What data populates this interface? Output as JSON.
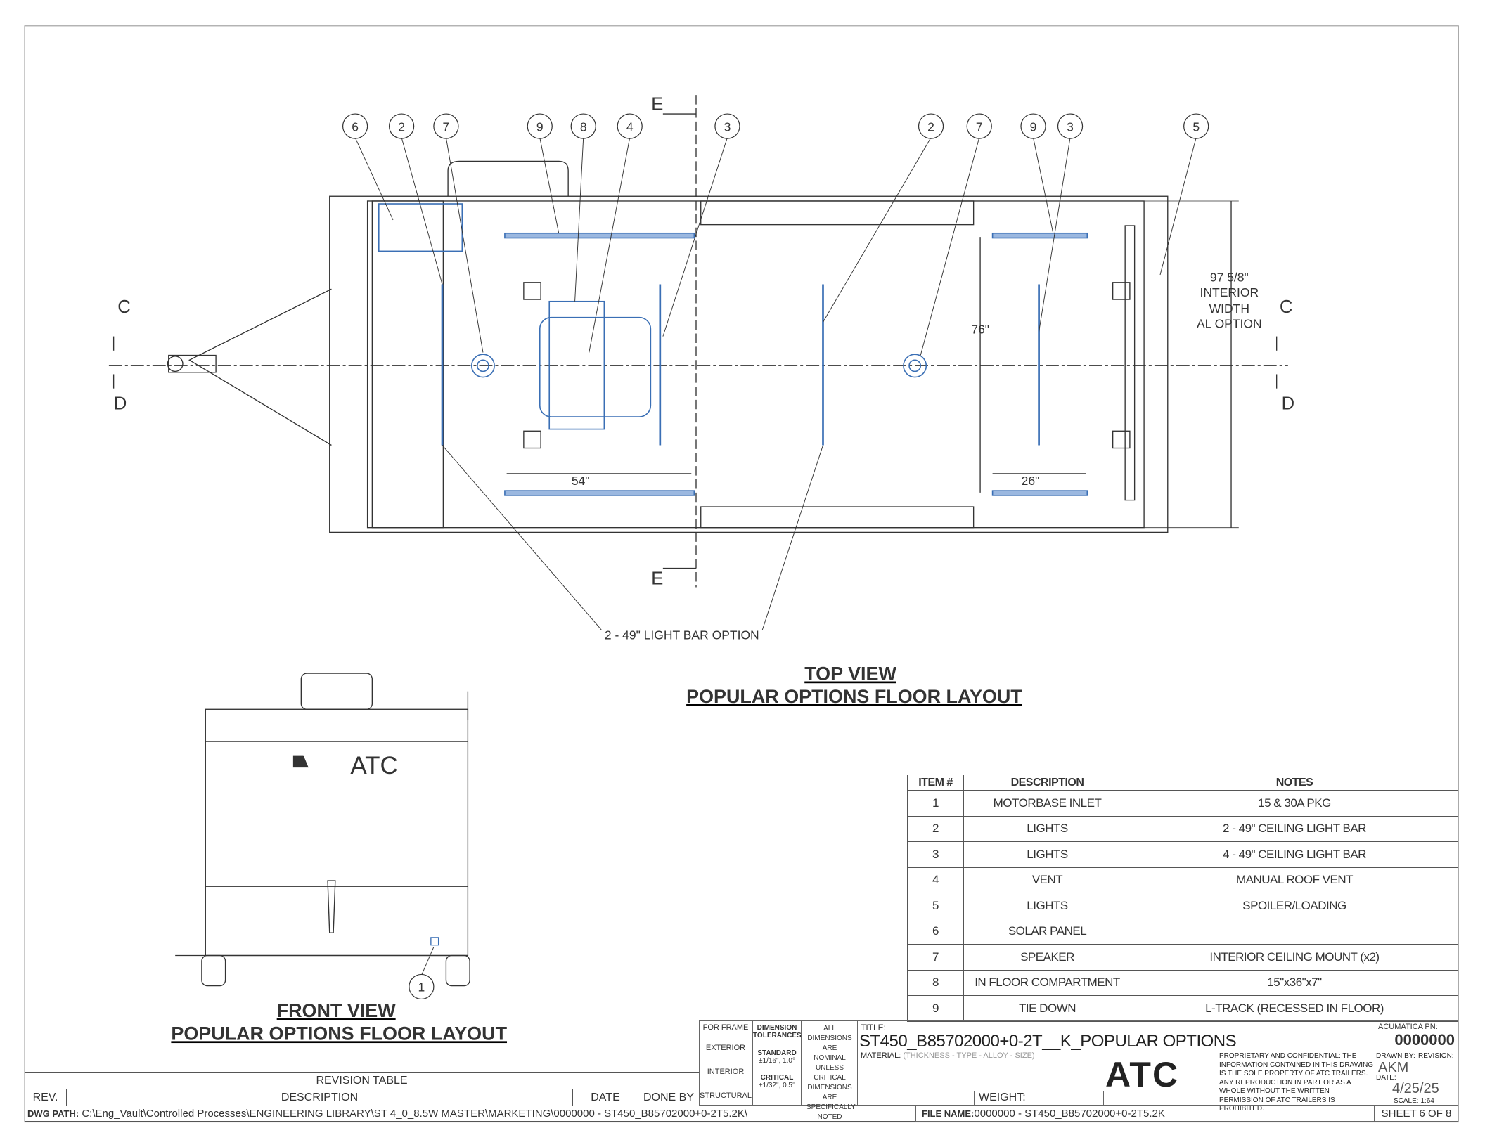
{
  "top_view": {
    "title1": "TOP VIEW",
    "title2": "POPULAR OPTIONS FLOOR LAYOUT",
    "callouts": [
      "6",
      "2",
      "7",
      "9",
      "8",
      "4",
      "3",
      "2",
      "7",
      "9",
      "3",
      "5"
    ],
    "dims": {
      "width_line1": "97 5/8\"",
      "width_line2": "INTERIOR",
      "width_line3": "WIDTH",
      "width_line4": "AL OPTION",
      "d76": "76\"",
      "d54": "54\"",
      "d26": "26\""
    },
    "light_bar_note": "2 - 49\" LIGHT BAR OPTION",
    "section_c": "C",
    "section_d": "D",
    "section_e": "E"
  },
  "front_view": {
    "title1": "FRONT VIEW",
    "title2": "POPULAR OPTIONS FLOOR LAYOUT",
    "callout": "1",
    "logo": "ATC"
  },
  "parts_table": {
    "headers": [
      "ITEM #",
      "DESCRIPTION",
      "NOTES"
    ],
    "rows": [
      [
        "1",
        "MOTORBASE INLET",
        "15 & 30A PKG"
      ],
      [
        "2",
        "LIGHTS",
        "2 - 49\" CEILING LIGHT BAR"
      ],
      [
        "3",
        "LIGHTS",
        "4 - 49\" CEILING LIGHT BAR"
      ],
      [
        "4",
        "VENT",
        "MANUAL ROOF VENT"
      ],
      [
        "5",
        "LIGHTS",
        "SPOILER/LOADING"
      ],
      [
        "6",
        "SOLAR PANEL",
        ""
      ],
      [
        "7",
        "SPEAKER",
        "INTERIOR CEILING MOUNT (x2)"
      ],
      [
        "8",
        "IN FLOOR COMPARTMENT",
        "15\"x36\"x7\""
      ],
      [
        "9",
        "TIE DOWN",
        "L-TRACK (RECESSED IN FLOOR)"
      ]
    ]
  },
  "title_block": {
    "for_frame": "FOR FRAME",
    "exterior": "EXTERIOR",
    "interior": "INTERIOR",
    "structural": "STRUCTURAL",
    "dim_tol": "DIMENSION TOLERANCES",
    "standard": "STANDARD",
    "standard_val": "±1/16\", 1.0°",
    "critical": "CRITICAL",
    "critical_val": "±1/32\", 0.5°",
    "nominal": "ALL DIMENSIONS ARE NOMINAL UNLESS CRITICAL DIMENSIONS ARE SPECIFICALLY NOTED",
    "title_label": "TITLE:",
    "title": "ST450_B85702000+0-2T__K_POPULAR OPTIONS",
    "material_label": "MATERIAL:",
    "material": "(THICKNESS - TYPE - ALLOY - SIZE)",
    "weight_label": "WEIGHT:",
    "logo": "ATC",
    "proprietary": "PROPRIETARY AND CONFIDENTIAL: THE INFORMATION CONTAINED IN THIS DRAWING IS THE SOLE PROPERTY OF ATC TRAILERS. ANY REPRODUCTION IN PART OR AS A WHOLE WITHOUT THE WRITTEN PERMISSION OF ATC TRAILERS IS PROHIBITED.",
    "pn_label": "ACUMATICA PN:",
    "pn": "0000000",
    "drawn_by_label": "DRAWN BY:",
    "drawn_by": "AKM",
    "revision_label": "REVISION:",
    "date_label": "DATE:",
    "date": "4/25/25",
    "scale": "SCALE: 1:64",
    "file_name_label": "FILE NAME:",
    "file_name": "0000000 - ST450_B85702000+0-2T5.2K",
    "sheet": "SHEET 6 OF 8"
  },
  "revision_table": {
    "title": "REVISION TABLE",
    "headers": [
      "REV.",
      "DESCRIPTION",
      "DATE",
      "DONE BY"
    ],
    "path_label": "DWG PATH:",
    "path": "C:\\Eng_Vault\\Controlled Processes\\ENGINEERING LIBRARY\\ST 4_0_8.5W MASTER\\MARKETING\\0000000 - ST450_B85702000+0-2T5.2K\\"
  },
  "colors": {
    "line": "#333333",
    "option": "#3a6fb5"
  }
}
